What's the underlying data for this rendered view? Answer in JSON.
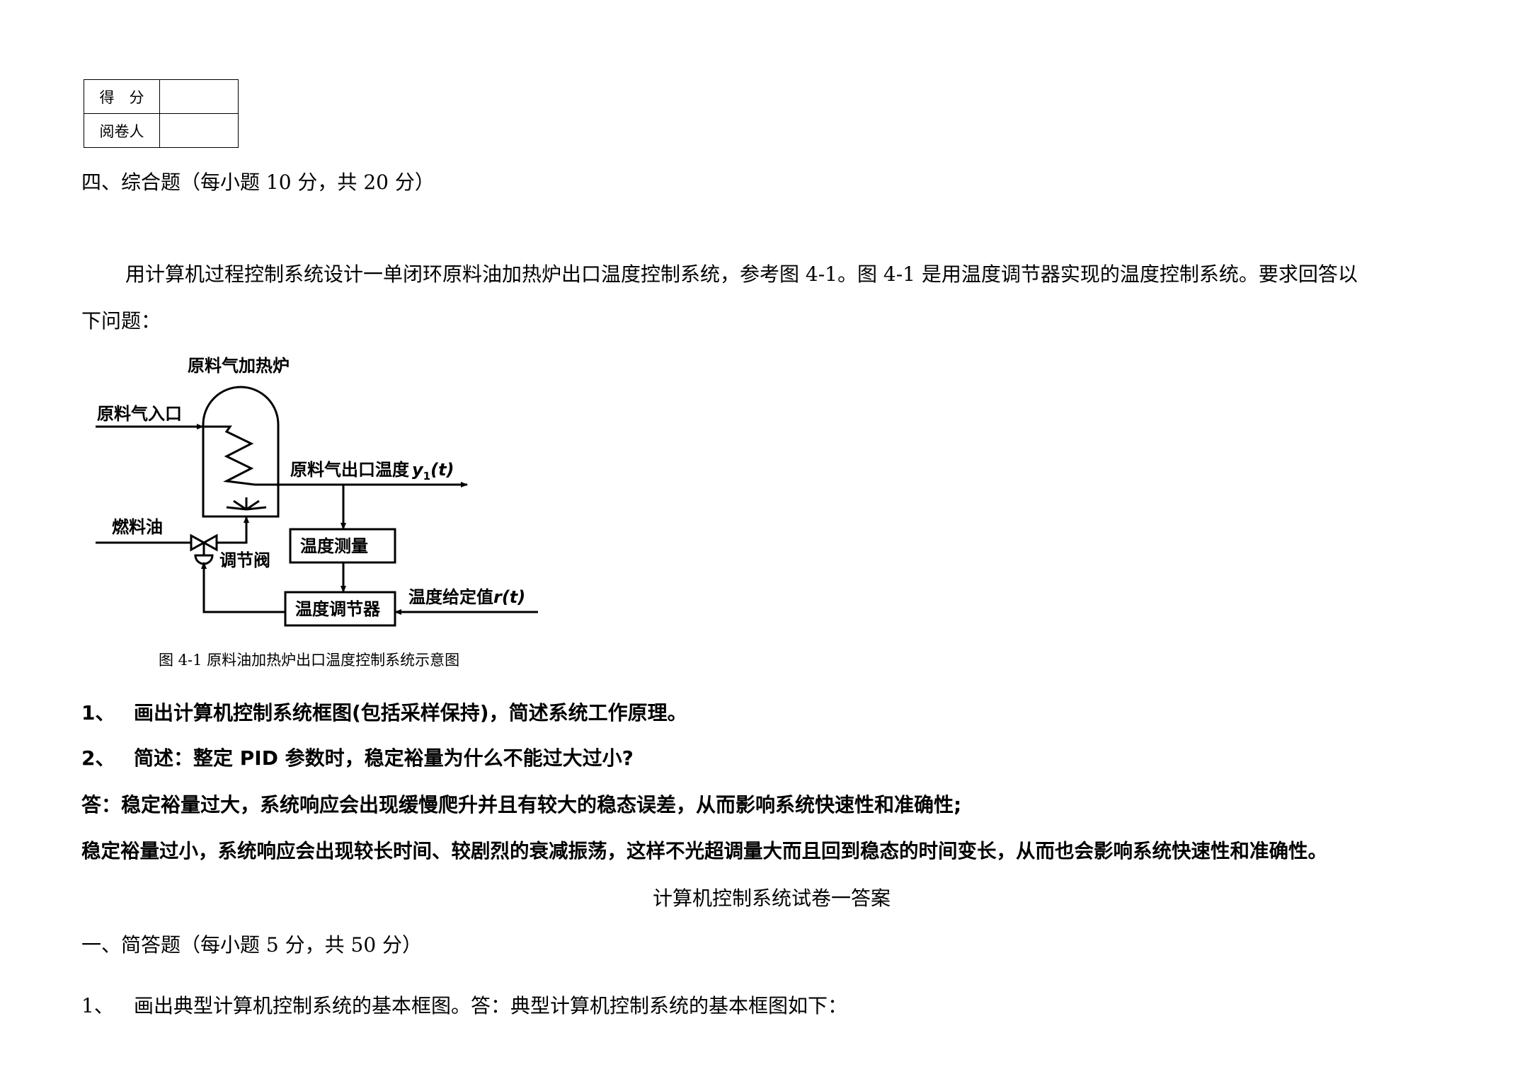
{
  "score_table": {
    "row1_label": "得　分",
    "row2_label": "阅卷人"
  },
  "section4": {
    "heading": "四、综合题（每小题  10 分，共 20 分）",
    "intro_line1": "用计算机过程控制系统设计一单闭环原料油加热炉出口温度控制系统，参考图 4-1。图 4-1 是用温度调节器实现的温度控制系统。要求回答以",
    "intro_line2": "下问题："
  },
  "diagram": {
    "furnace_title": "原料气加热炉",
    "inlet_label": "原料气入口",
    "outlet_label": "原料气出口温度",
    "outlet_symbol": "y",
    "outlet_subscript": "1",
    "outlet_arg": "(t)",
    "fuel_label": "燃料油",
    "valve_label": "调节阀",
    "measure_box": "温度测量",
    "controller_box": "温度调节器",
    "setpoint_label": "温度给定值",
    "setpoint_symbol": "r(t)",
    "caption": "图  4-1  原料油加热炉出口温度控制系统示意图"
  },
  "questions": {
    "q1_num": "1、",
    "q1_text": "画出计算机控制系统框图(包括采样保持)，简述系统工作原理。",
    "q2_num": "2、",
    "q2_text": "简述：整定 PID 参数时，稳定裕量为什么不能过大过小?",
    "answer1": "答：稳定裕量过大，系统响应会出现缓慢爬升并且有较大的稳态误差，从而影响系统快速性和准确性;",
    "answer2": "稳定裕量过小，系统响应会出现较长时间、较剧烈的衰减振荡，这样不光超调量大而且回到稳态的时间变长，从而也会影响系统快速性和准确性。"
  },
  "answer_key": {
    "title": "计算机控制系统试卷一答案",
    "section1_heading": "一、简答题（每小题 5 分，共 50 分）",
    "item1_num": "1、",
    "item1_text": "画出典型计算机控制系统的基本框图。答：典型计算机控制系统的基本框图如下："
  }
}
